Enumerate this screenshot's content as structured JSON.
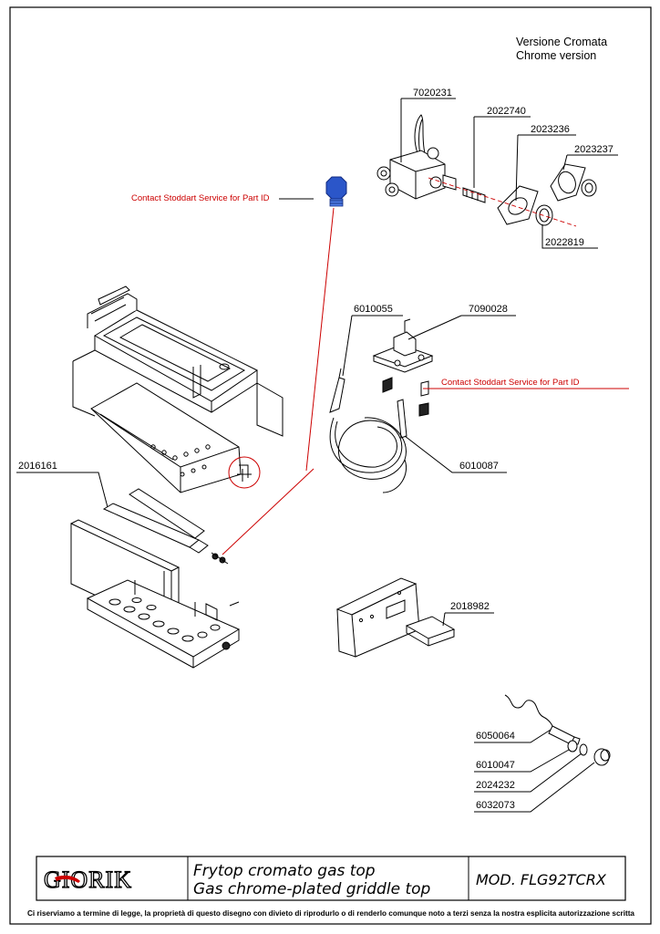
{
  "header": {
    "line1": "Versione  Cromata",
    "line2": "Chrome version"
  },
  "callouts": {
    "p7020231": "7020231",
    "p2022740": "2022740",
    "p2023236": "2023236",
    "p2023237": "2023237",
    "p2022819": "2022819",
    "p6010055": "6010055",
    "p7090028": "7090028",
    "p6010087": "6010087",
    "p2016161": "2016161",
    "p2018982": "2018982",
    "p6050064": "6050064",
    "p6010047": "6010047",
    "p2024232": "2024232",
    "p6032073": "6032073",
    "contact_injector": "Contact Stoddart Service for Part ID",
    "contact_pilot": "Contact Stoddart Service for Part ID"
  },
  "title_block": {
    "brand": "GIORIK",
    "title_it": "Frytop cromato gas top",
    "title_en": "Gas chrome-plated griddle top",
    "model": "MOD. FLG92TCRX"
  },
  "disclaimer": "Ci riserviamo a termine di legge, la proprietà di questo disegno con divieto di riprodurlo o di renderlo comunque noto a terzi senza la nostra esplicita autorizzazione scritta",
  "colors": {
    "leader_red": "#cc0000",
    "line_black": "#000000",
    "injector_blue": "#2b56c9"
  }
}
